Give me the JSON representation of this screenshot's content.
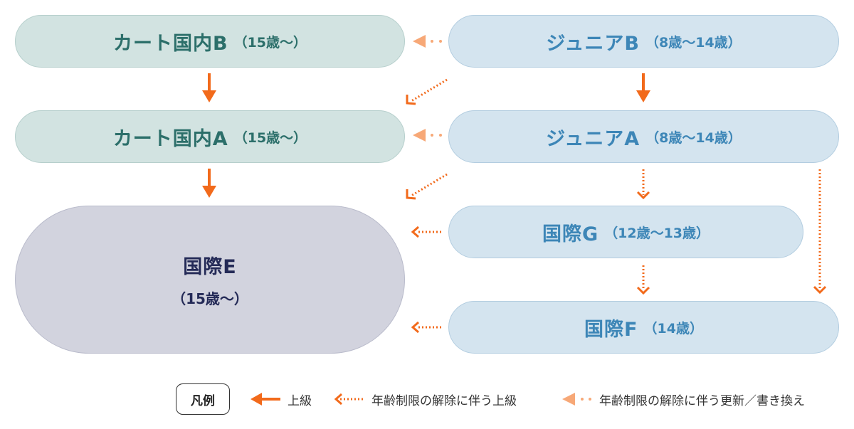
{
  "nodes": {
    "kart_b": {
      "title": "カート国内B",
      "age": "（15歳〜）"
    },
    "kart_a": {
      "title": "カート国内A",
      "age": "（15歳〜）"
    },
    "intl_e": {
      "title": "国際E",
      "age": "（15歳〜）"
    },
    "junior_b": {
      "title": "ジュニアB",
      "age": "（8歳〜14歳）"
    },
    "junior_a": {
      "title": "ジュニアA",
      "age": "（8歳〜14歳）"
    },
    "intl_g": {
      "title": "国際G",
      "age": "（12歳〜13歳）"
    },
    "intl_f": {
      "title": "国際F",
      "age": "（14歳）"
    }
  },
  "colors": {
    "kart_fill": "#d2e3e1",
    "kart_text": "#2c6f6a",
    "junior_fill": "#d4e4ef",
    "junior_text": "#3d86b7",
    "intl_e_fill": "#d2d3de",
    "intl_e_text": "#242a57",
    "arrow_solid": "#f26a1b",
    "arrow_dotted": "#f26a1b",
    "arrow_rename": "#f7a877"
  },
  "legend": {
    "title": "凡例",
    "upgrade": "上級",
    "age_release_upgrade": "年齢制限の解除に伴う上級",
    "age_release_rename": "年齢制限の解除に伴う更新／書き換え"
  }
}
